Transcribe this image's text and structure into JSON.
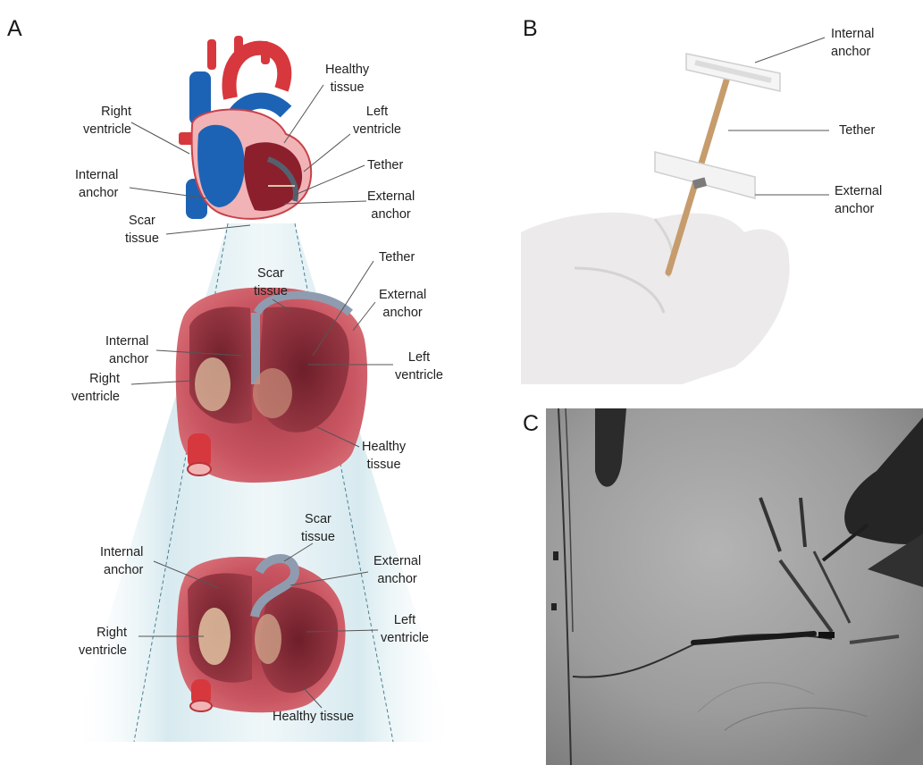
{
  "panels": {
    "a": {
      "letter": "A",
      "top": {
        "right_ventricle": [
          "Right",
          "ventricle"
        ],
        "internal_anchor": [
          "Internal",
          "anchor"
        ],
        "scar_tissue": [
          "Scar",
          "tissue"
        ],
        "healthy_tissue": [
          "Healthy",
          "tissue"
        ],
        "left_ventricle": [
          "Left",
          "ventricle"
        ],
        "tether": "Tether",
        "external_anchor": [
          "External",
          "anchor"
        ]
      },
      "middle": {
        "scar_tissue": [
          "Scar",
          "tissue"
        ],
        "tether": "Tether",
        "external_anchor": [
          "External",
          "anchor"
        ],
        "internal_anchor": [
          "Internal",
          "anchor"
        ],
        "left_ventricle": [
          "Left",
          "ventricle"
        ],
        "right_ventricle": [
          "Right",
          "ventricle"
        ],
        "healthy_tissue": [
          "Healthy",
          "tissue"
        ]
      },
      "bottom": {
        "scar_tissue": [
          "Scar",
          "tissue"
        ],
        "internal_anchor": [
          "Internal",
          "anchor"
        ],
        "external_anchor": [
          "External",
          "anchor"
        ],
        "left_ventricle": [
          "Left",
          "ventricle"
        ],
        "right_ventricle": [
          "Right",
          "ventricle"
        ],
        "healthy_tissue": "Healthy tissue"
      }
    },
    "b": {
      "letter": "B",
      "internal_anchor": [
        "Internal",
        "anchor"
      ],
      "tether": "Tether",
      "external_anchor": [
        "External",
        "anchor"
      ]
    },
    "c": {
      "letter": "C"
    }
  },
  "colors": {
    "heart_red": "#c8424a",
    "heart_pink": "#e58a8f",
    "vessel_blue": "#1d63b5",
    "scar_gray": "#8f9cb0",
    "glow": "#cfe6ec",
    "fluoro_bg": "#9a9a9a"
  }
}
